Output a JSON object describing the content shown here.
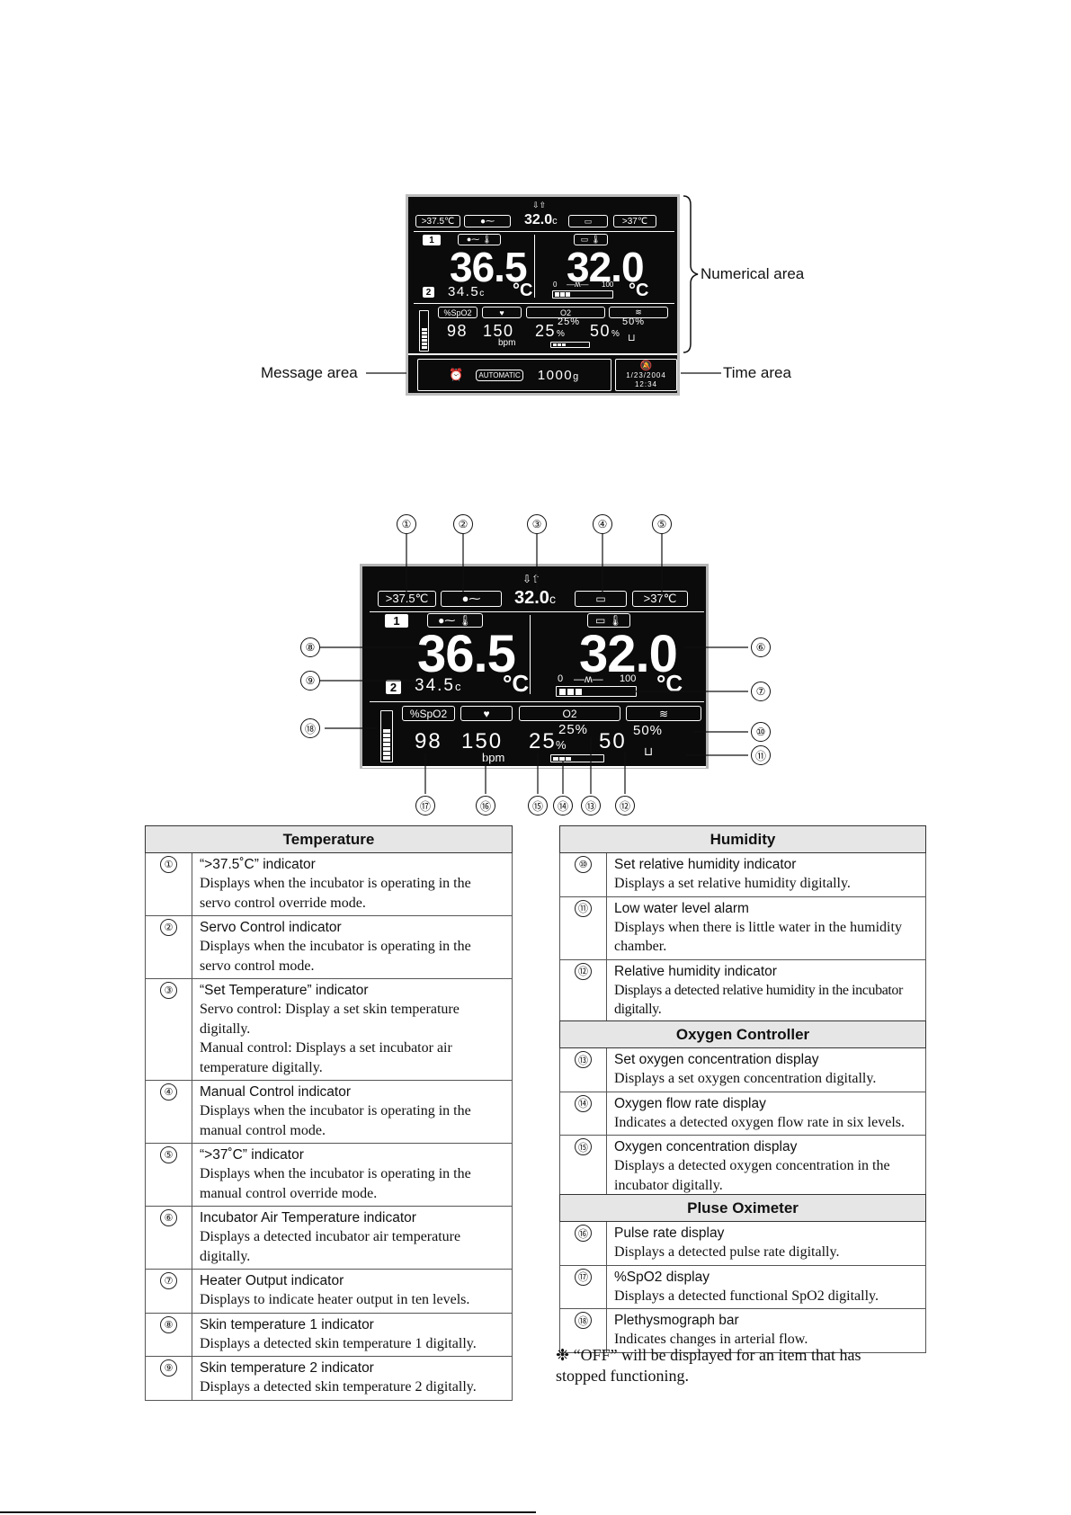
{
  "overview": {
    "screen": {
      "override_high": ">37.5℃",
      "override_low": ">37℃",
      "set_temp": "32.0",
      "set_temp_unit": "c",
      "skin_channel_1": "1",
      "skin_channel_2": "2",
      "skin_temp_1": "36.5",
      "skin_temp_2": "34.5",
      "skin_temp_2_unit": "c",
      "air_temp": "32.0",
      "deg_c": "°C",
      "heater_min": "0",
      "heater_max": "100",
      "spo2_label": "%SpO2",
      "o2_label": "O2",
      "spo2_value": "98",
      "pulse_value": "150",
      "pulse_unit": "bpm",
      "o2_value": "25",
      "o2_unit": "%",
      "o2_set": "25%",
      "humidity_value": "50",
      "humidity_unit": "%",
      "humidity_set": "50%",
      "mode": "AUTOMATIC",
      "weight": "1000",
      "weight_unit": "g",
      "date": "1/23/2004",
      "time": "12:34"
    },
    "callouts": {
      "numerical": "Numerical area",
      "message": "Message area",
      "time": "Time area"
    }
  },
  "detail": {
    "screen": {
      "override_high": ">37.5℃",
      "override_low": ">37℃",
      "set_temp": "32.0",
      "set_temp_unit": "c",
      "skin_channel_1": "1",
      "skin_channel_2": "2",
      "skin_temp_1": "36.5",
      "skin_temp_2": "34.5",
      "skin_temp_2_unit": "c",
      "air_temp": "32.0",
      "deg_c": "°C",
      "heater_min": "0",
      "heater_max": "100",
      "spo2_label": "%SpO2",
      "o2_label": "O2",
      "spo2_value": "98",
      "pulse_value": "150",
      "pulse_unit": "bpm",
      "o2_value": "25",
      "o2_unit": "%",
      "o2_set": "25%",
      "humidity_value": "50",
      "humidity_set": "50%"
    },
    "markers": [
      "①",
      "②",
      "③",
      "④",
      "⑤",
      "⑥",
      "⑦",
      "⑧",
      "⑨",
      "⑩",
      "⑪",
      "⑫",
      "⑬",
      "⑭",
      "⑮",
      "⑯",
      "⑰",
      "⑱"
    ]
  },
  "tables": {
    "temperature": {
      "title": "Temperature",
      "rows": [
        {
          "n": "①",
          "title": "“>37.5˚C” indicator",
          "desc": "Displays when the incubator is operating in the servo control override mode."
        },
        {
          "n": "②",
          "title": "Servo Control indicator",
          "desc": "Displays when the incubator is operating in the servo control mode."
        },
        {
          "n": "③",
          "title": "“Set Temperature” indicator",
          "desc": "Servo control: Display a set skin temperature digitally.",
          "desc2": "Manual control: Displays a set incubator air temperature digitally."
        },
        {
          "n": "④",
          "title": "Manual Control indicator",
          "desc": "Displays when the incubator is operating in the manual control mode."
        },
        {
          "n": "⑤",
          "title": "“>37˚C” indicator",
          "desc": "Displays when the incubator is operating in the manual control override mode."
        },
        {
          "n": "⑥",
          "title": "Incubator Air Temperature indicator",
          "desc": "Displays a detected incubator air temperature digitally."
        },
        {
          "n": "⑦",
          "title": "Heater Output indicator",
          "desc": "Displays to indicate heater output in ten levels."
        },
        {
          "n": "⑧",
          "title": "Skin temperature 1 indicator",
          "desc": "Displays a detected skin temperature 1 digitally."
        },
        {
          "n": "⑨",
          "title": "Skin temperature 2 indicator",
          "desc": "Displays a detected skin temperature 2 digitally."
        }
      ]
    },
    "humidity": {
      "title": "Humidity",
      "rows": [
        {
          "n": "⑩",
          "title": "Set relative humidity indicator",
          "desc": "Displays a set relative humidity digitally."
        },
        {
          "n": "⑪",
          "title": "Low water level alarm",
          "desc": "Displays when there is little water in the humidity chamber."
        },
        {
          "n": "⑫",
          "title": "Relative humidity indicator",
          "desc": "Displays a detected relative humidity in the incubator digitally."
        }
      ]
    },
    "oxygen": {
      "title": "Oxygen Controller",
      "rows": [
        {
          "n": "⑬",
          "title": "Set oxygen concentration display",
          "desc": "Displays a set oxygen concentration digitally."
        },
        {
          "n": "⑭",
          "title": "Oxygen flow rate display",
          "desc": "Indicates a detected oxygen flow rate in six levels."
        },
        {
          "n": "⑮",
          "title": "Oxygen concentration display",
          "desc": "Displays a detected oxygen concentration in the incubator digitally."
        }
      ]
    },
    "oximeter": {
      "title": "Pluse Oximeter",
      "rows": [
        {
          "n": "⑯",
          "title": "Pulse rate display",
          "desc": "Displays a detected pulse rate digitally."
        },
        {
          "n": "⑰",
          "title": "%SpO2 display",
          "desc": "Displays a detected functional SpO2 digitally."
        },
        {
          "n": "⑱",
          "title": "Plethysmograph bar",
          "desc": "Indicates changes in arterial flow."
        }
      ]
    }
  },
  "footnote": "❉ “OFF” will be displayed for an item that has stopped functioning."
}
